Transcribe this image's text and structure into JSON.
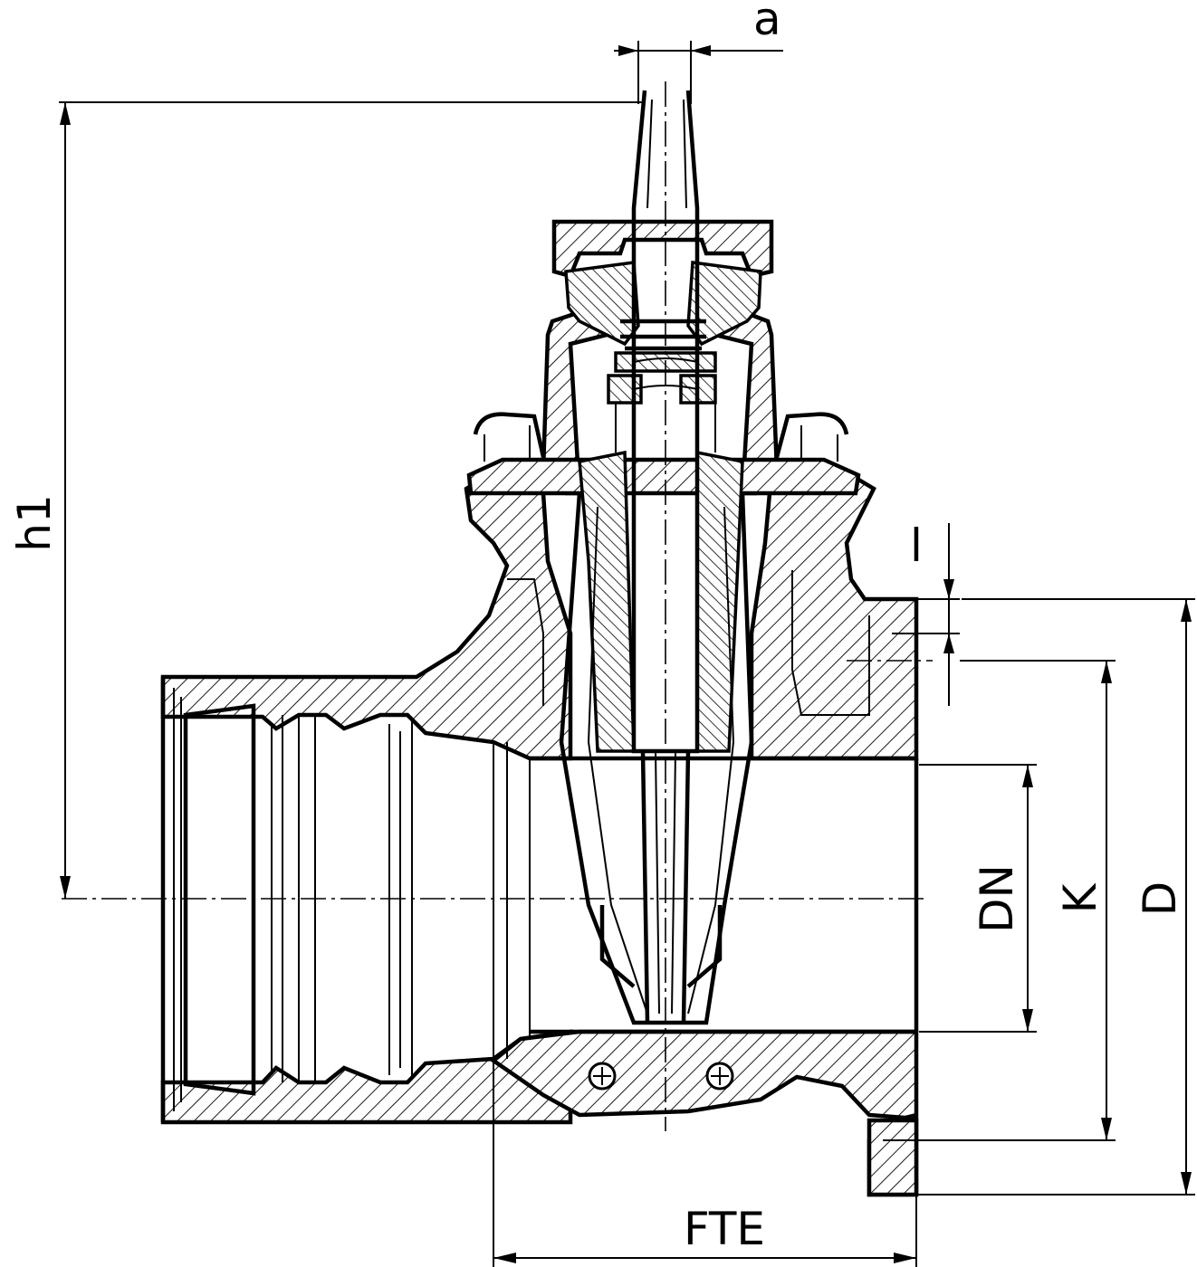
{
  "diagram": {
    "labels": {
      "a": "a",
      "h1": "h1",
      "l": "l",
      "dn": "DN",
      "k": "K",
      "d": "D",
      "fte": "FTE"
    }
  }
}
